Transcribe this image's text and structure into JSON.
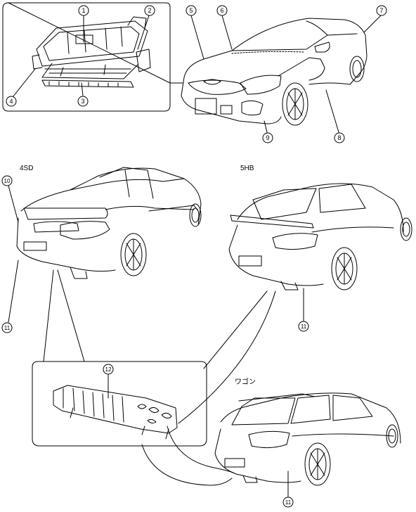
{
  "variants": {
    "sedan": "4SD",
    "hatchback": "5HB",
    "wagon": "ワゴン"
  },
  "callouts": [
    "1",
    "2",
    "3",
    "4",
    "5",
    "6",
    "7",
    "8",
    "9",
    "10",
    "11",
    "11",
    "11",
    "12"
  ]
}
